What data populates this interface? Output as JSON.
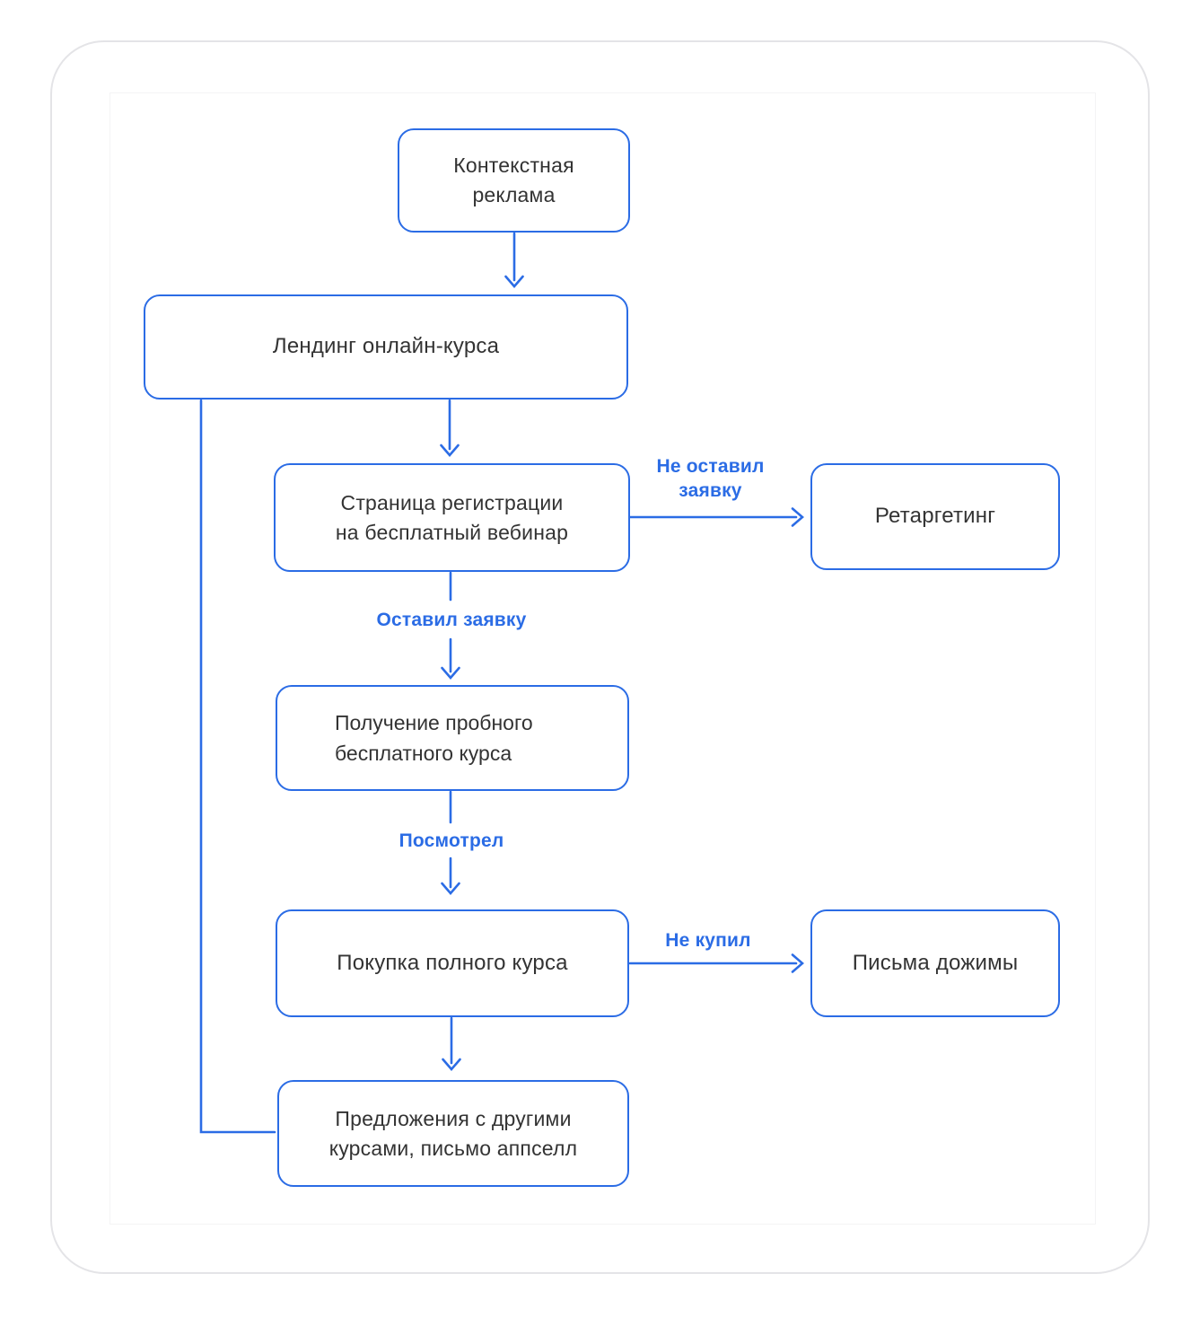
{
  "diagram": {
    "title": "Воронка онлайн-курса (flowchart)",
    "nodes": {
      "contextual_ads": {
        "label": "Контекстная\nреклама"
      },
      "landing": {
        "label": "Лендинг онлайн-курса"
      },
      "registration": {
        "label": "Страница регистрации\nна бесплатный вебинар"
      },
      "retargeting": {
        "label": "Ретаргетинг"
      },
      "trial_course": {
        "label": "Получение пробного\nбесплатного  курса"
      },
      "purchase": {
        "label": "Покупка полного курса"
      },
      "follow_up": {
        "label": "Письма дожимы"
      },
      "upsell": {
        "label": "Предложения с другими\nкурсами, письмо аппселл"
      }
    },
    "edge_labels": {
      "no_request": "Не оставил\nзаявку",
      "left_request": "Оставил заявку",
      "watched": "Посмотрел",
      "not_bought": "Не купил"
    },
    "colors": {
      "node_border": "#2b6ce5",
      "connector": "#2b6ce5",
      "edge_label": "#2b6ce5",
      "node_text": "#333333",
      "card_border": "#e4e4e7",
      "background": "#ffffff"
    }
  }
}
